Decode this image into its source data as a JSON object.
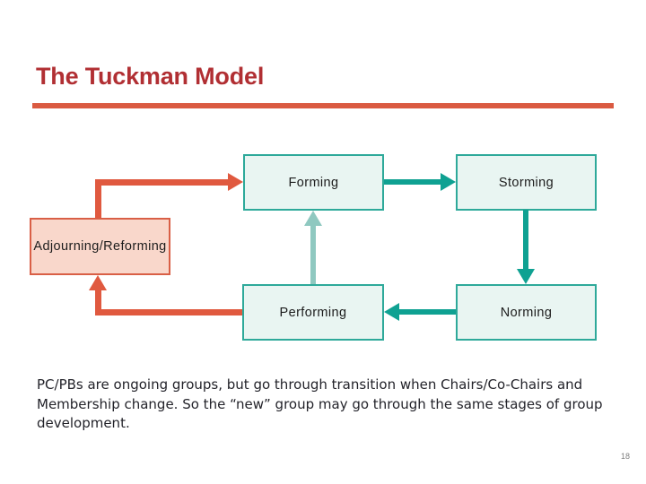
{
  "slide": {
    "title": "The Tuckman Model",
    "body_text": "PC/PBs are ongoing groups, but go through transition when Chairs/Co-Chairs and Membership change. So the “new” group may go through the same stages of group development.",
    "page_number": "18"
  },
  "diagram": {
    "type": "cyclic-flow",
    "nodes": [
      {
        "id": "forming",
        "label": "Forming",
        "style": "teal"
      },
      {
        "id": "storming",
        "label": "Storming",
        "style": "teal"
      },
      {
        "id": "norming",
        "label": "Norming",
        "style": "teal"
      },
      {
        "id": "performing",
        "label": "Performing",
        "style": "teal"
      },
      {
        "id": "adjourning",
        "label": "Adjourning/Reforming",
        "style": "salmon"
      }
    ],
    "edges": [
      {
        "from": "Forming",
        "to": "Storming",
        "color": "#0fa192",
        "direction": "right"
      },
      {
        "from": "Storming",
        "to": "Norming",
        "color": "#0fa192",
        "direction": "down"
      },
      {
        "from": "Norming",
        "to": "Performing",
        "color": "#0fa192",
        "direction": "left"
      },
      {
        "from": "Performing",
        "to": "Forming",
        "color": "#8fc8c0",
        "direction": "up"
      },
      {
        "from": "Performing",
        "to": "Adjourning/Reforming",
        "color": "#e0593f",
        "direction": "left-up"
      },
      {
        "from": "Adjourning/Reforming",
        "to": "Forming",
        "color": "#e0593f",
        "direction": "up-right"
      }
    ]
  },
  "colors": {
    "title_text": "#b12f33",
    "title_rule": "#da5a41",
    "teal_node_fill": "#e9f5f2",
    "teal_node_border": "#2ea99a",
    "salmon_node_fill": "#f9d7cb",
    "salmon_node_border": "#d95f46",
    "teal_arrow": "#0fa192",
    "light_teal_arrow": "#8fc8c0",
    "red_arrow": "#e0593f",
    "body_text": "#23232a",
    "page_number": "#808080"
  }
}
